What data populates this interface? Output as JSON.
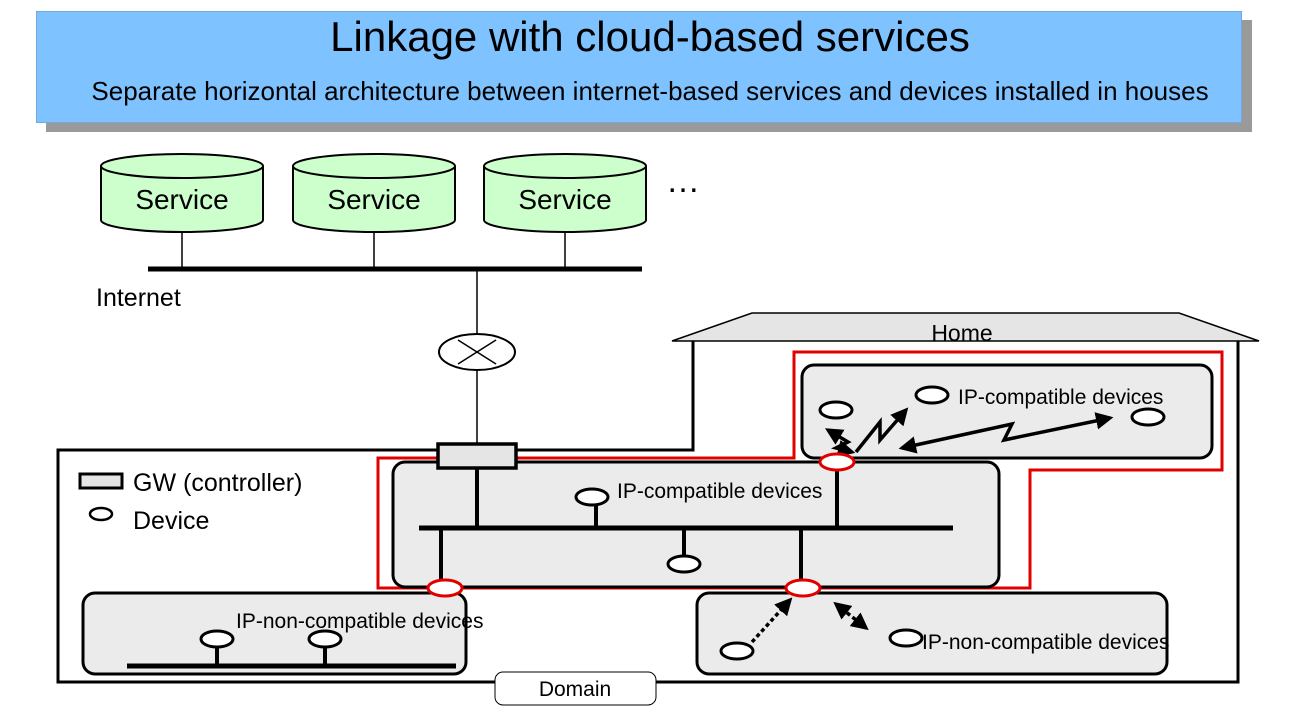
{
  "header": {
    "title": "Linkage with cloud-based services",
    "subtitle": "Separate horizontal architecture between internet-based services and devices installed in houses"
  },
  "services": {
    "items": [
      {
        "label": "Service"
      },
      {
        "label": "Service"
      },
      {
        "label": "Service"
      }
    ],
    "more": "…"
  },
  "network": {
    "internet_label": "Internet",
    "home_label": "Home",
    "domain_label": "Domain"
  },
  "legend": {
    "gw_label": "GW (controller)",
    "device_label": "Device"
  },
  "groups": {
    "upper_ip_label": "IP-compatible devices",
    "center_ip_label": "IP-compatible devices",
    "left_non_ip_label": "IP-non-compatible devices",
    "right_non_ip_label": "IP-non-compatible devices"
  },
  "colors": {
    "banner": "#7ec2ff",
    "service_fill": "#ccffcc",
    "group_fill": "#ebebeb",
    "domain_outline": "#e00000"
  }
}
